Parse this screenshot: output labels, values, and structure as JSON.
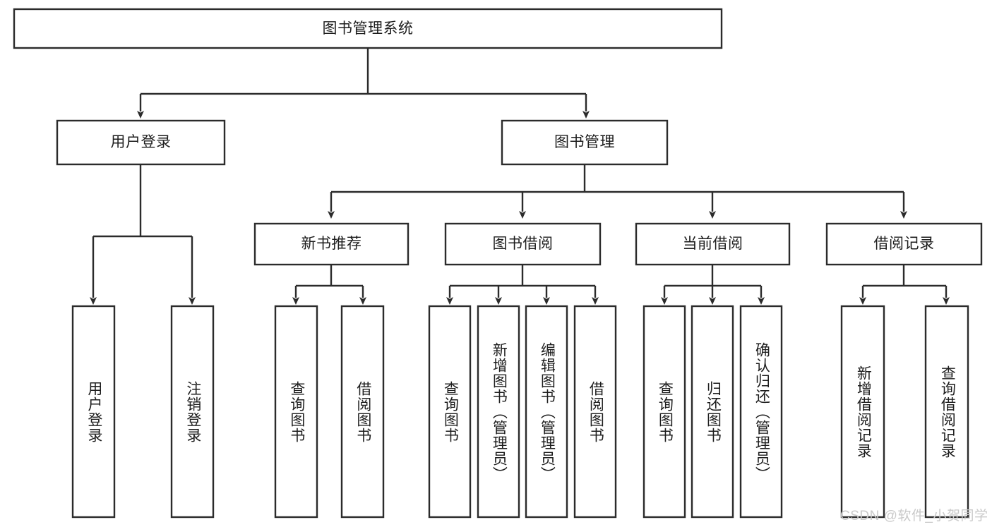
{
  "diagram": {
    "title": "图书管理系统",
    "type": "tree-hierarchy-diagram",
    "watermark": "CSDN @软件_小贺同学",
    "colors": {
      "box_stroke": "#2b2b2b",
      "box_fill": "#ffffff",
      "text": "#1d1d1d",
      "canvas": "#ffffff",
      "watermark": "#c9c9c9"
    },
    "root": {
      "label": "图书管理系统"
    },
    "level2": [
      {
        "label": "用户登录"
      },
      {
        "label": "图书管理"
      }
    ],
    "level3": [
      {
        "label": "新书推荐"
      },
      {
        "label": "图书借阅"
      },
      {
        "label": "当前借阅"
      },
      {
        "label": "借阅记录"
      }
    ],
    "leaves": {
      "user_login": [
        {
          "label": "用户登录"
        },
        {
          "label": "注销登录"
        }
      ],
      "new_book_recommend": [
        {
          "label": "查询图书"
        },
        {
          "label": "借阅图书"
        }
      ],
      "book_borrow": [
        {
          "label": "查询图书"
        },
        {
          "label": "新增图书（管理员）"
        },
        {
          "label": "编辑图书（管理员）"
        },
        {
          "label": "借阅图书"
        }
      ],
      "current_borrow": [
        {
          "label": "查询图书"
        },
        {
          "label": "归还图书"
        },
        {
          "label": "确认归还（管理员）"
        }
      ],
      "borrow_record": [
        {
          "label": "新增借阅记录"
        },
        {
          "label": "查询借阅记录"
        }
      ]
    }
  }
}
